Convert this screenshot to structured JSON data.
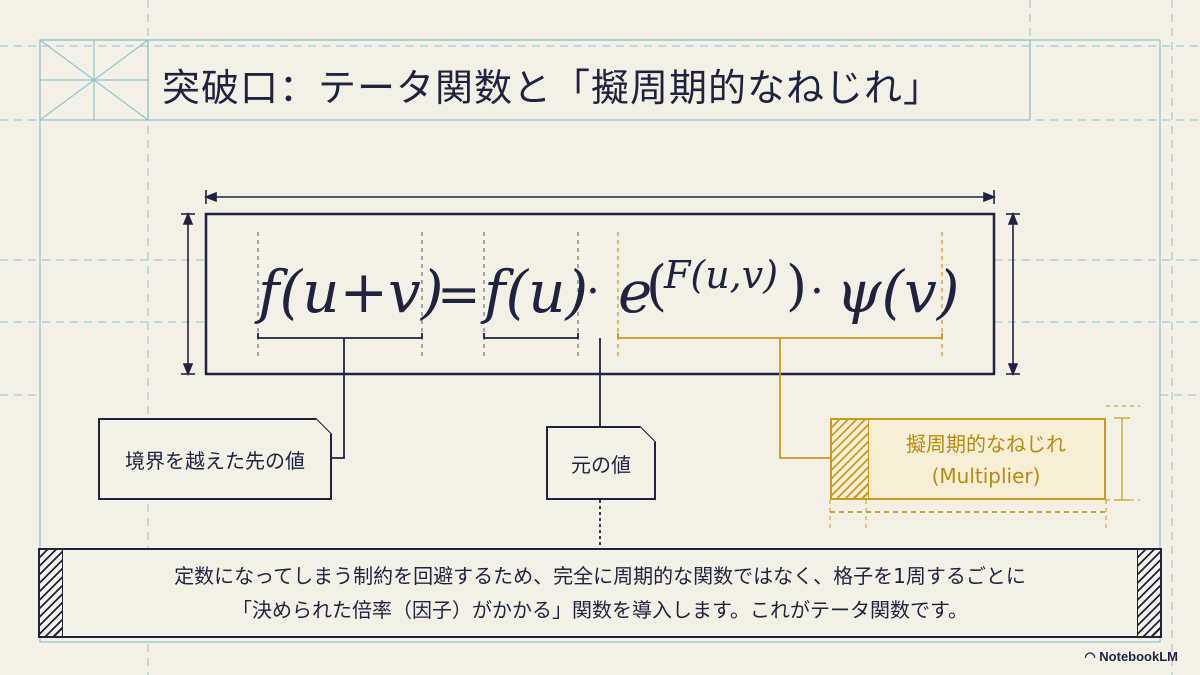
{
  "title": "突破口：テータ関数と「擬周期的なねじれ」",
  "formula": {
    "lhs": "f(u+v)",
    "eq": "=",
    "f_u": "f(u)",
    "dot": "·",
    "e_base": "e",
    "exponent": "F(u,v)",
    "psi": "ψ(v)"
  },
  "annotations": {
    "left_note": "境界を越えた先の値",
    "mid_note": "元の値",
    "gold_note_line1": "擬周期的なねじれ",
    "gold_note_line2": "(Multiplier)"
  },
  "caption": {
    "line1": "定数になってしまう制約を回避するため、完全に周期的な関数ではなく、格子を1周するごとに",
    "line2": "「決められた倍率（因子）がかかる」関数を導入します。これがテータ関数です。"
  },
  "brand": "NotebookLM",
  "colors": {
    "ink": "#1f2340",
    "gold": "#c99a1c",
    "paper": "#f3f0e6",
    "guide": "#7fc0c8"
  }
}
